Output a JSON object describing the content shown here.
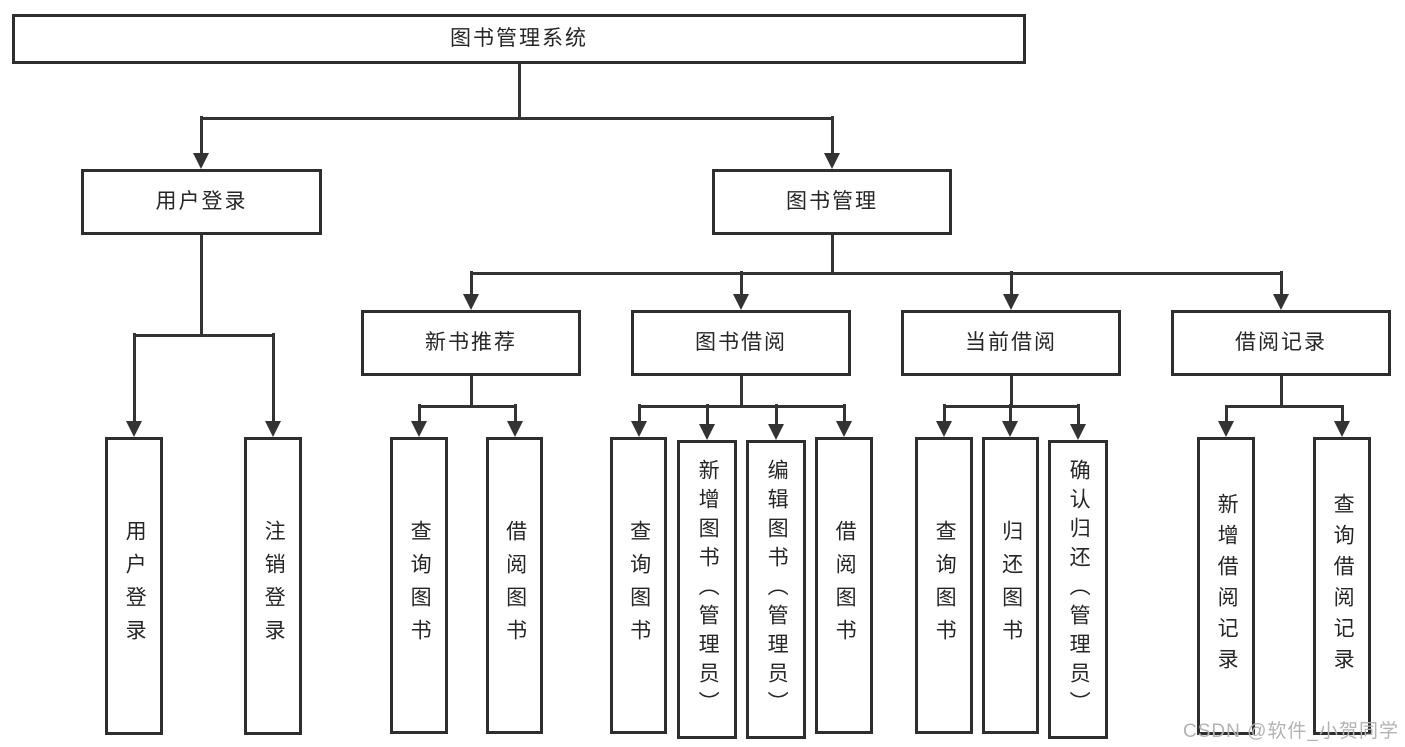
{
  "title": "图书管理系统",
  "watermark": {
    "text": "CSDN @软件_小贺同学"
  },
  "colors": {
    "line": "#333333",
    "box_border": "#2e2e2e",
    "text": "#262626",
    "box_background": "#ffffff",
    "background": "#ffffff",
    "watermark": "#b3b3b3"
  },
  "nodes": {
    "system": {
      "label": "图书管理系统"
    },
    "user_login": {
      "label": "用户登录"
    },
    "book_mgmt": {
      "label": "图书管理"
    },
    "new_book_rec": {
      "label": "新书推荐"
    },
    "book_borrow": {
      "label": "图书借阅"
    },
    "current_borrow": {
      "label": "当前借阅"
    },
    "borrow_records": {
      "label": "借阅记录"
    },
    "leaf_user_login": {
      "label": "用户登录"
    },
    "leaf_logout": {
      "label": "注销登录"
    },
    "leaf_query_book_1": {
      "label": "查询图书"
    },
    "leaf_borrow_book_1": {
      "label": "借阅图书"
    },
    "leaf_query_book_2": {
      "label": "查询图书"
    },
    "leaf_add_book": {
      "label": "新增图书（管理员）"
    },
    "leaf_edit_book": {
      "label": "编辑图书（管理员）"
    },
    "leaf_borrow_book_2": {
      "label": "借阅图书"
    },
    "leaf_query_book_3": {
      "label": "查询图书"
    },
    "leaf_return_book": {
      "label": "归还图书"
    },
    "leaf_confirm_return": {
      "label": "确认归还（管理员）"
    },
    "leaf_add_borrow_record": {
      "label": "新增借阅记录"
    },
    "leaf_query_borrow_record": {
      "label": "查询借阅记录"
    }
  },
  "hierarchy": {
    "system": {
      "user_login": [
        "leaf_user_login",
        "leaf_logout"
      ],
      "book_mgmt": {
        "new_book_rec": [
          "leaf_query_book_1",
          "leaf_borrow_book_1"
        ],
        "book_borrow": [
          "leaf_query_book_2",
          "leaf_add_book",
          "leaf_edit_book",
          "leaf_borrow_book_2"
        ],
        "current_borrow": [
          "leaf_query_book_3",
          "leaf_return_book",
          "leaf_confirm_return"
        ],
        "borrow_records": [
          "leaf_add_borrow_record",
          "leaf_query_borrow_record"
        ]
      }
    }
  }
}
